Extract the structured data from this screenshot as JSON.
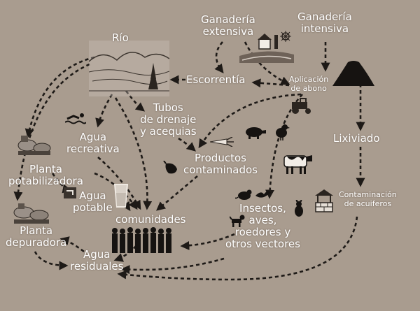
{
  "labels": {
    "rio": "Río",
    "ganaderia_extensiva": "Ganadería\nextensiva",
    "ganaderia_intensiva": "Ganadería\nintensiva",
    "escorrentia": "Escorrentía",
    "aplicacion_abono": "Aplicación\nde abono",
    "tubos_drenaje": "Tubos\nde drenaje\ny acequias",
    "agua_recreativa": "Agua\nrecreativa",
    "planta_potabilizadora": "Planta\npotabilizadora",
    "agua_potable": "Agua\npotable",
    "comunidades": "comunidades",
    "productos_contaminados": "Productos\ncontaminados",
    "lixiviado": "Lixiviado",
    "contaminacion_acuiferos": "Contaminación\nde acuiferos",
    "insectos": "Insectos,\naves,\nroedores y\notros vectores",
    "planta_depuradora": "Planta\ndepuradora",
    "agua_residuales": "Agua\nresiduales"
  },
  "icons": [
    "river-landscape-icon",
    "farm-landscape-icon",
    "manure-heap-icon",
    "tractor-icon",
    "pig-icon",
    "chicken-icon",
    "cow-icon",
    "swimmer-icon",
    "treatment-plant-icon",
    "faucet-icon",
    "water-glass-icon",
    "people-crowd-icon",
    "carrot-icon",
    "pepper-icon",
    "rat-icon",
    "bird-icon",
    "cat-icon",
    "dog-icon",
    "well-icon",
    "wastewater-plant-icon"
  ],
  "colors": {
    "background": "#a99c8f",
    "text": "#ffffff",
    "arrows": "#1e1a17"
  }
}
